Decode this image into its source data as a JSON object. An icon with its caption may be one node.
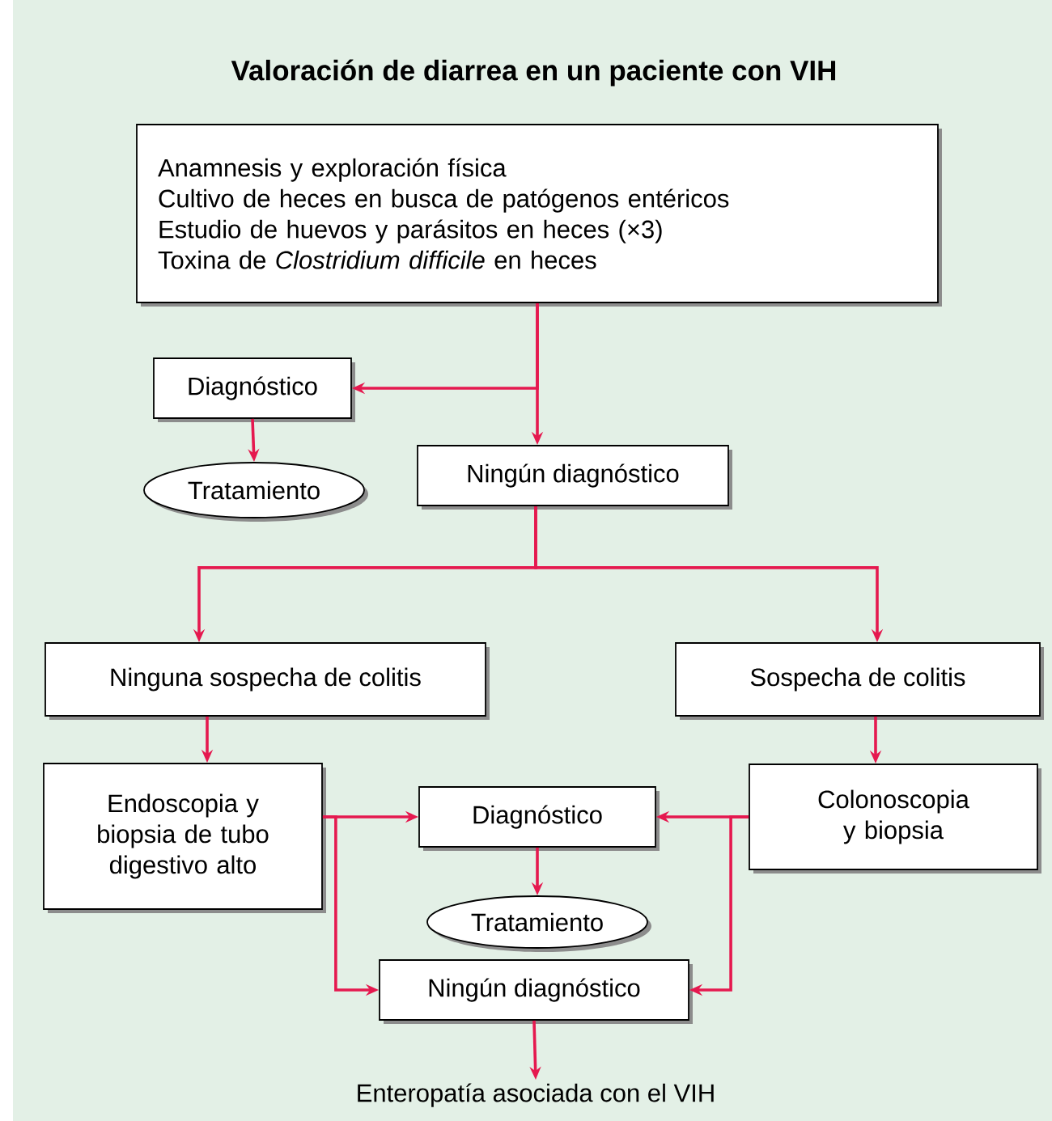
{
  "diagram": {
    "title": "Valoración de diarrea en un paciente con VIH",
    "nodes": [
      {
        "text": [
          "Anamnesis y exploración física",
          "Cultivo de heces en busca de patógenos entéricos",
          "Estudio de huevos y parásitos en heces (×3)",
          "Toxina de *Clostridium difficile* en heces"
        ]
      },
      {
        "text": [
          "Diagnóstico"
        ]
      },
      {
        "text": [
          "Tratamiento"
        ]
      },
      {
        "text": [
          "Ningún diagnóstico"
        ]
      },
      {
        "text": [
          "Ninguna sospecha de colitis"
        ]
      },
      {
        "text": [
          "Sospecha de colitis"
        ]
      },
      {
        "text": [
          "Endoscopia y biopsia de tubo digestivo alto"
        ]
      },
      {
        "text": [
          "Colonoscopia y biopsia"
        ]
      },
      {
        "text": [
          "Diagnóstico"
        ]
      },
      {
        "text": [
          "Tratamiento"
        ]
      },
      {
        "text": [
          "Ningún diagnóstico"
        ]
      },
      {
        "text": [
          "Enteropatía asociada con el VIH"
        ]
      }
    ],
    "edges": [
      {
        "from": 0,
        "to": 1,
        "arrow": "to"
      },
      {
        "from": 0,
        "to": 3,
        "arrow": "to"
      },
      {
        "from": 1,
        "to": 2,
        "arrow": "to"
      },
      {
        "from": 3,
        "to": 4,
        "arrow": "to"
      },
      {
        "from": 3,
        "to": 5,
        "arrow": "to"
      },
      {
        "from": 4,
        "to": 6,
        "arrow": "to"
      },
      {
        "from": 5,
        "to": 7,
        "arrow": "to"
      },
      {
        "from": 6,
        "to": 8,
        "arrow": "to"
      },
      {
        "from": 6,
        "to": 10,
        "arrow": "to"
      },
      {
        "from": 7,
        "to": 8,
        "arrow": "to"
      },
      {
        "from": 7,
        "to": 10,
        "arrow": "to"
      },
      {
        "from": 8,
        "to": 9,
        "arrow": "to"
      },
      {
        "from": 10,
        "to": 11,
        "arrow": "to"
      }
    ]
  }
}
